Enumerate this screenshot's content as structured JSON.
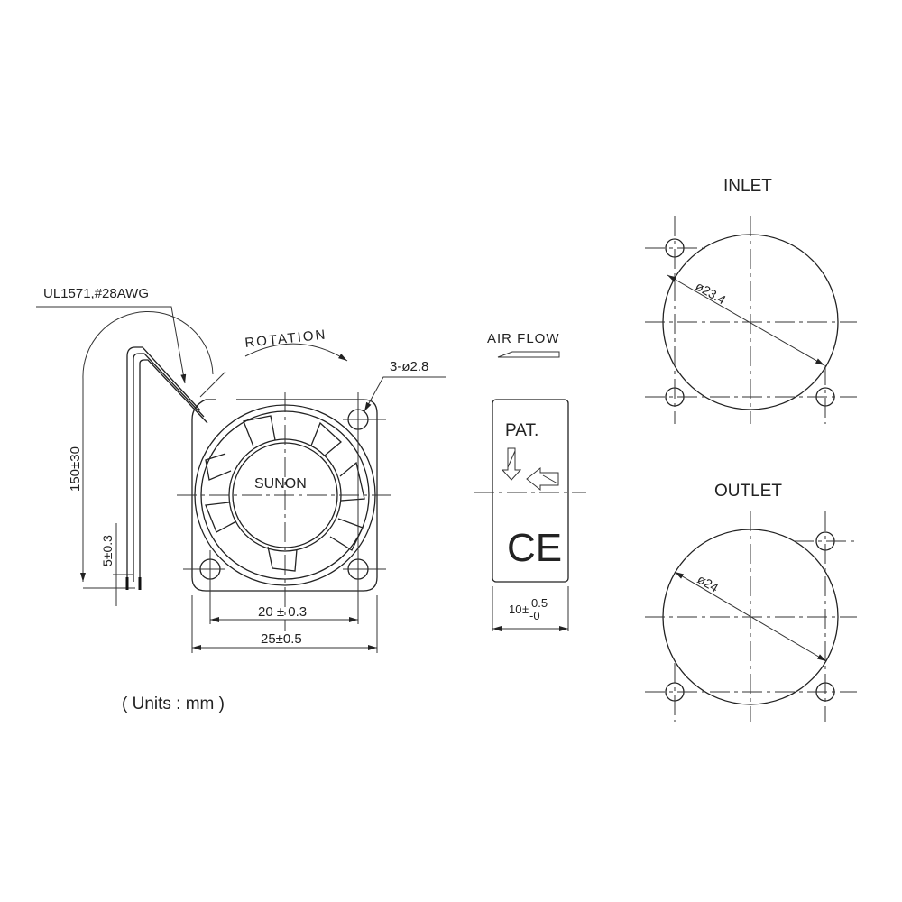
{
  "front_view": {
    "wire_label": "UL1571,#28AWG",
    "rotation_label": "ROTATION",
    "hole_label": "3-ø2.8",
    "brand": "SUNON",
    "wire_length": "150±30",
    "strip_length": "5±0.3",
    "hole_spacing": "20 ± 0.3",
    "frame_size": "25±0.5"
  },
  "side_view": {
    "airflow_label": "AIR FLOW",
    "pat_label": "PAT.",
    "ce_mark": "CE",
    "thickness_main": "10",
    "thickness_tol": "±",
    "thickness_plus": "0.5",
    "thickness_minus": "-0"
  },
  "inlet": {
    "title": "INLET",
    "diameter": "ø23.4"
  },
  "outlet": {
    "title": "OUTLET",
    "diameter": "ø24"
  },
  "units_note": "( Units : mm )"
}
